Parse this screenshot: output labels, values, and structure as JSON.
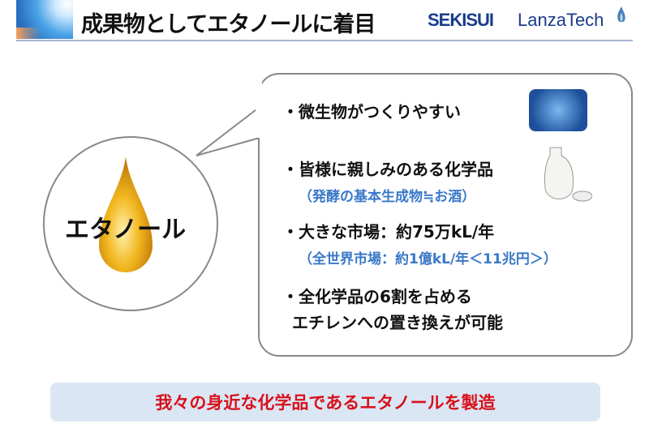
{
  "header": {
    "title": "成果物としてエタノールに着目",
    "logo_sekisui": "SEKISUI",
    "logo_lanzatech": "LanzaTech"
  },
  "drop_label": "エタノール",
  "points": [
    {
      "text": "・微生物がつくりやすい"
    },
    {
      "text": "・皆様に親しみのある化学品",
      "sub": "（発酵の基本生成物≒お酒）"
    },
    {
      "text": "・大きな市場：約75万kL/年",
      "sub": "（全世界市場：約1億kL/年＜11兆円＞）"
    },
    {
      "text": "・全化学品の6割を占める",
      "text2": "エチレンへの置き換えが可能"
    }
  ],
  "banner": "我々の身近な化学品であるエタノールを製造"
}
